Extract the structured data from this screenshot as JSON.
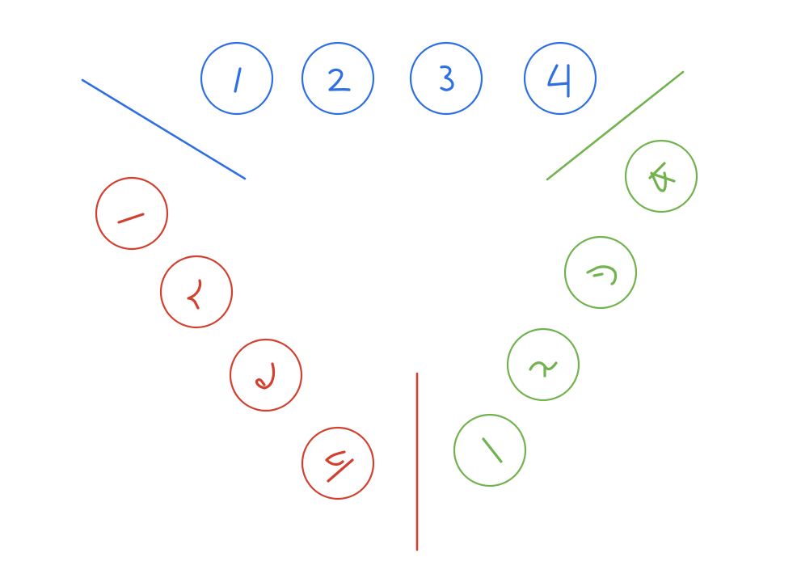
{
  "colors": {
    "blue": "#2f6fe4",
    "red": "#d2412f",
    "green": "#72b24f"
  },
  "groups": [
    {
      "name": "blue",
      "color_key": "blue",
      "circles": [
        "1",
        "2",
        "3",
        "4"
      ]
    },
    {
      "name": "red",
      "color_key": "red",
      "circles": [
        "1",
        "2",
        "3",
        "4"
      ]
    },
    {
      "name": "green",
      "color_key": "green",
      "circles": [
        "1",
        "2",
        "3",
        "4"
      ]
    }
  ],
  "separators": [
    {
      "name": "blue-separator",
      "color_key": "blue"
    },
    {
      "name": "green-separator",
      "color_key": "green"
    },
    {
      "name": "red-separator",
      "color_key": "red"
    }
  ]
}
